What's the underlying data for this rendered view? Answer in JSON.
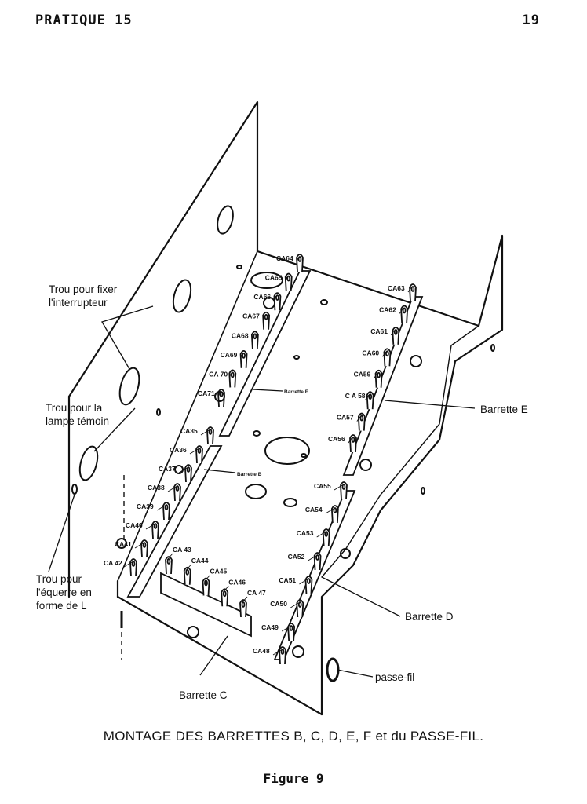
{
  "header": {
    "left": "PRATIQUE 15",
    "right": "19"
  },
  "labels": {
    "interrupteur_1": "Trou pour fixer",
    "interrupteur_2": "l'interrupteur",
    "lampe_1": "Trou pour la",
    "lampe_2": "lampe témoin",
    "equerre_1": "Trou pour",
    "equerre_2": "l'équerre en",
    "equerre_3": "forme de L",
    "barrette_e": "Barrette E",
    "barrette_d": "Barrette D",
    "barrette_c": "Barrette C",
    "barrette_f": "Barrette F",
    "barrette_b": "Barrette B",
    "passe_fil": "passe-fil"
  },
  "lugs_f": [
    "CA64",
    "CA65",
    "CA66",
    "CA67",
    "CA68",
    "CA69",
    "CA 70",
    "CA71"
  ],
  "lugs_b": [
    "CA35",
    "CA36",
    "CA37",
    "CA38",
    "CA39",
    "CA40",
    "CA41",
    "CA 42"
  ],
  "lugs_c": [
    "CA 43",
    "CA44",
    "CA45",
    "CA46",
    "CA 47"
  ],
  "lugs_e": [
    "CA63",
    "CA62",
    "CA61",
    "CA60",
    "CA59",
    "C A 58",
    "CA57",
    "CA56"
  ],
  "lugs_d": [
    "CA55",
    "CA54",
    "CA53",
    "CA52",
    "CA51",
    "CA50",
    "CA49",
    "CA48"
  ],
  "caption": "MONTAGE DES BARRETTES B, C, D, E, F et du PASSE-FIL.",
  "figure": "Figure 9"
}
